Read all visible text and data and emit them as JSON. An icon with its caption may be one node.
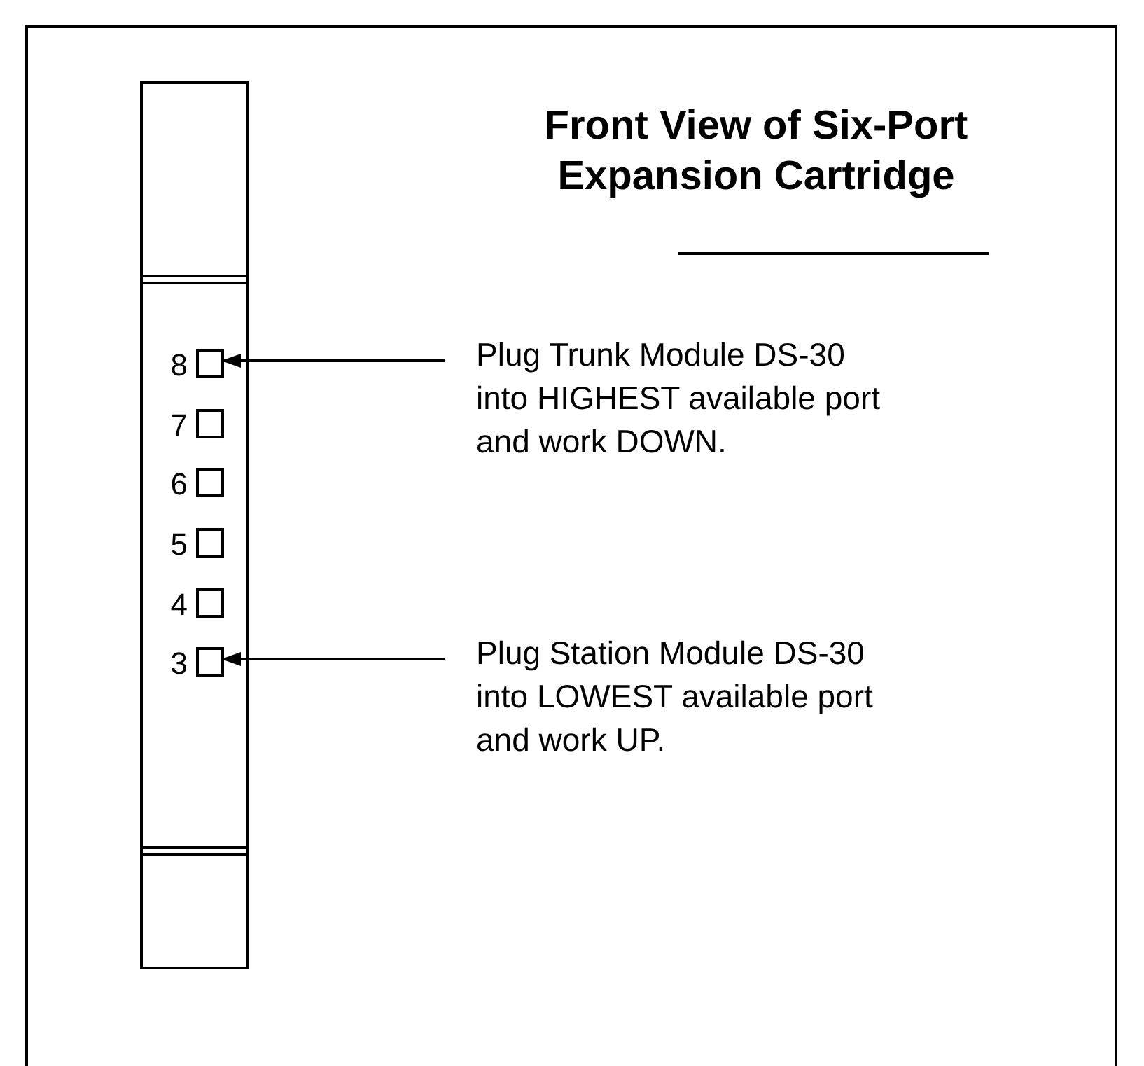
{
  "diagram": {
    "title": "Front View of Six-Port Expansion Cartridge",
    "nodes": [
      {
        "text": [],
        "shape": "box"
      },
      {
        "text": [],
        "shape": "box",
        "in": 0,
        "beside": [
          "8"
        ]
      },
      {
        "text": [],
        "shape": "box",
        "in": 0,
        "beside": [
          "7"
        ]
      },
      {
        "text": [],
        "shape": "box",
        "in": 0,
        "beside": [
          "6"
        ]
      },
      {
        "text": [],
        "shape": "box",
        "in": 0,
        "beside": [
          "5"
        ]
      },
      {
        "text": [],
        "shape": "box",
        "in": 0,
        "beside": [
          "4"
        ]
      },
      {
        "text": [],
        "shape": "box",
        "in": 0,
        "beside": [
          "3"
        ]
      },
      {
        "text": [
          "Plug Trunk Module DS-30 into HIGHEST available port and work DOWN."
        ]
      },
      {
        "text": [
          "Plug Station Module DS-30 into LOWEST available port and work UP."
        ]
      }
    ],
    "edges": [
      {
        "from": 7,
        "to": 1,
        "arrow": "to"
      },
      {
        "from": 8,
        "to": 6,
        "arrow": "to"
      }
    ]
  }
}
